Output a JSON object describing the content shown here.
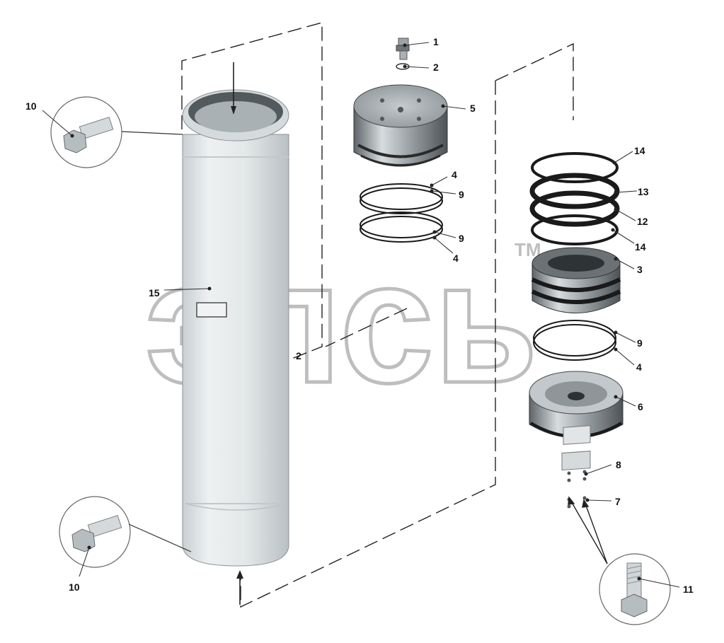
{
  "watermark": {
    "text": "элсь",
    "trademark": "TM"
  },
  "callouts": [
    {
      "id": "c1",
      "text": "1"
    },
    {
      "id": "c2",
      "text": "2"
    },
    {
      "id": "c2b",
      "text": "2"
    },
    {
      "id": "c3",
      "text": "3"
    },
    {
      "id": "c4a",
      "text": "4"
    },
    {
      "id": "c4b",
      "text": "4"
    },
    {
      "id": "c4c",
      "text": "4"
    },
    {
      "id": "c5",
      "text": "5"
    },
    {
      "id": "c6",
      "text": "6"
    },
    {
      "id": "c7",
      "text": "7"
    },
    {
      "id": "c8",
      "text": "8"
    },
    {
      "id": "c9a",
      "text": "9"
    },
    {
      "id": "c9b",
      "text": "9"
    },
    {
      "id": "c9c",
      "text": "9"
    },
    {
      "id": "c10a",
      "text": "10"
    },
    {
      "id": "c10b",
      "text": "10"
    },
    {
      "id": "c11",
      "text": "11"
    },
    {
      "id": "c12",
      "text": "12"
    },
    {
      "id": "c13",
      "text": "13"
    },
    {
      "id": "c14a",
      "text": "14"
    },
    {
      "id": "c14b",
      "text": "14"
    },
    {
      "id": "c15",
      "text": "15"
    }
  ],
  "colors": {
    "line": "#111111",
    "part_light": "#e6e9ea",
    "part_mid": "#c4c9cc",
    "part_dark": "#6b7074",
    "ring": "#1a1a1a",
    "watermark": "#b8b8b8"
  }
}
